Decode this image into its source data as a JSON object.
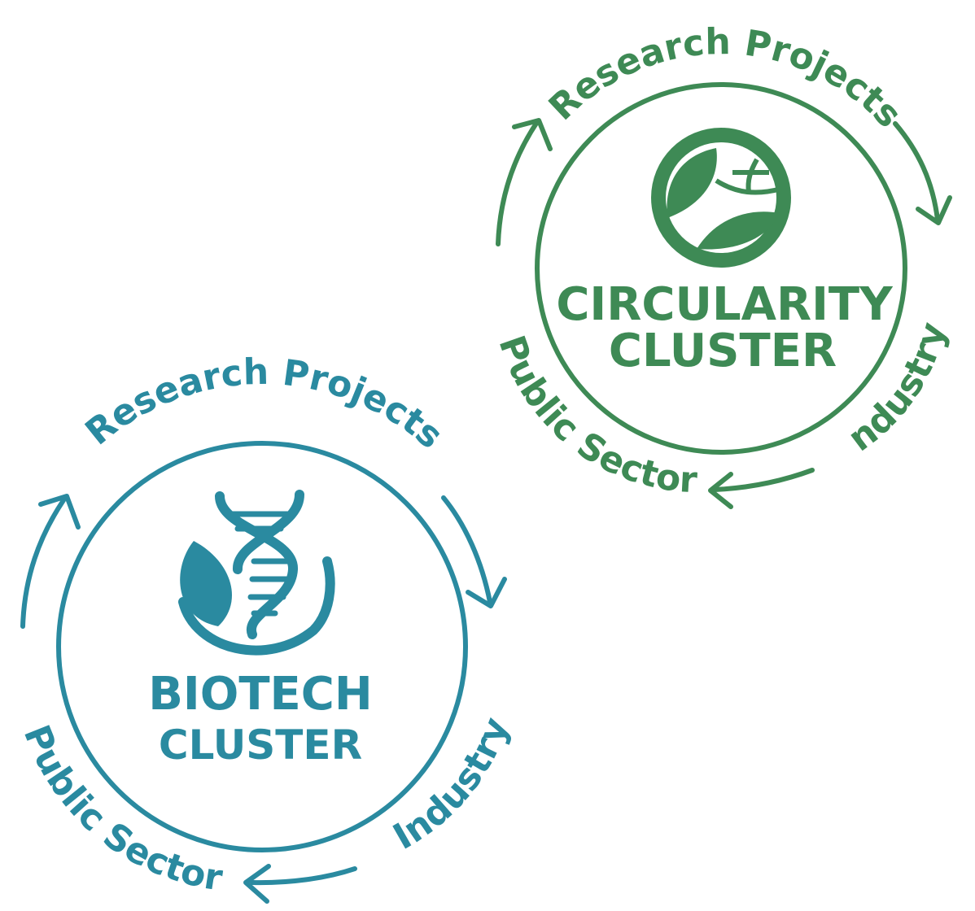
{
  "clusters": {
    "circularity": {
      "color": "#3e8a55",
      "title_line1": "CIRCULARITY",
      "title_line2": "CLUSTER",
      "label_top": "Research Projects",
      "label_right": "Industry",
      "label_left": "Public Sector",
      "icon": "leaf-globe-icon"
    },
    "biotech": {
      "color": "#2a8aa0",
      "title_line1": "BIOTECH",
      "title_line2": "CLUSTER",
      "label_top": "Research Projects",
      "label_right": "Industry",
      "label_left": "Public Sector",
      "icon": "dna-leaf-icon"
    }
  }
}
